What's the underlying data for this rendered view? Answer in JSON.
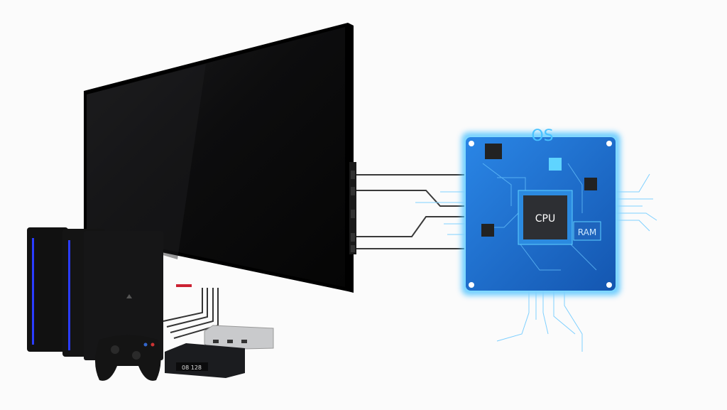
{
  "board": {
    "title": "OS",
    "cpu_label": "CPU",
    "ram_label": "RAM"
  },
  "set_top_box": {
    "display": "08 128"
  },
  "colors": {
    "background": "#fbfbfb",
    "board_blue": "#1f6fd1",
    "glow": "#4fc3ff",
    "tv_black": "#0c0c0d",
    "console_accent": "#2a3cff"
  }
}
